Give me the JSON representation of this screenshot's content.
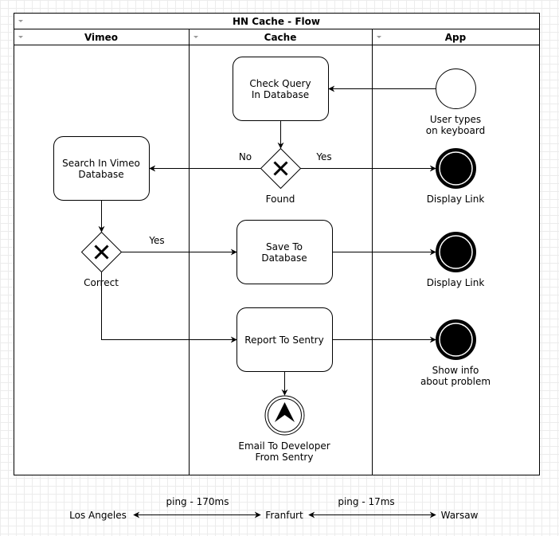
{
  "pool": {
    "title": "HN Cache - Flow"
  },
  "lanes": {
    "vimeo": "Vimeo",
    "cache": "Cache",
    "app": "App"
  },
  "nodes": {
    "check_query": [
      "Check Query",
      "In Database"
    ],
    "search_vimeo": [
      "Search In Vimeo",
      "Database"
    ],
    "save_db": [
      "Save To",
      "Database"
    ],
    "report_sentry": "Report To Sentry",
    "gateway_found": "Found",
    "gateway_correct": "Correct",
    "start_event": [
      "User types",
      "on keyboard"
    ],
    "end_display_1": "Display Link",
    "end_display_2": "Display Link",
    "end_show_info": [
      "Show info",
      "about problem"
    ],
    "email_event": [
      "Email To Developer",
      "From Sentry"
    ]
  },
  "edge_labels": {
    "no": "No",
    "yes_found": "Yes",
    "yes_correct": "Yes"
  },
  "network": {
    "cities": {
      "la": "Los Angeles",
      "fra": "Franfurt",
      "waw": "Warsaw"
    },
    "ping_la_fra": "ping - 170ms",
    "ping_fra_waw": "ping - 17ms"
  }
}
